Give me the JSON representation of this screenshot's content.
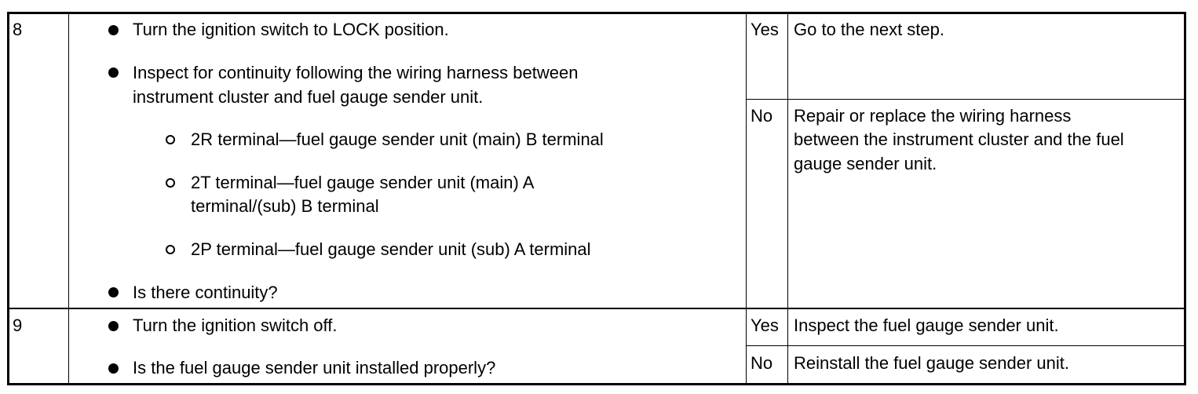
{
  "rows": [
    {
      "step": "8",
      "items": [
        {
          "type": "bullet",
          "text": "Turn the ignition switch to LOCK position."
        },
        {
          "type": "bullet",
          "lines": [
            "Inspect for continuity following the wiring harness between",
            "instrument cluster and fuel gauge sender unit."
          ]
        },
        {
          "type": "sub",
          "text": "2R terminal—fuel gauge sender unit (main) B terminal"
        },
        {
          "type": "sub",
          "lines": [
            "2T terminal—fuel gauge sender unit (main) A",
            "terminal/(sub) B terminal"
          ]
        },
        {
          "type": "sub",
          "text": "2P terminal—fuel gauge sender unit (sub) A terminal"
        },
        {
          "type": "bullet",
          "text": "Is there continuity?"
        }
      ],
      "results": [
        {
          "answer": "Yes",
          "action": "Go to the next step."
        },
        {
          "answer": "No",
          "action_lines": [
            "Repair or replace the wiring harness",
            "between the instrument cluster and the fuel",
            "gauge sender unit."
          ]
        }
      ]
    },
    {
      "step": "9",
      "items": [
        {
          "type": "bullet",
          "text": "Turn the ignition switch off."
        },
        {
          "type": "bullet",
          "text": "Is the fuel gauge sender unit installed properly?"
        }
      ],
      "results": [
        {
          "answer": "Yes",
          "action": "Inspect the fuel gauge sender unit."
        },
        {
          "answer": "No",
          "action": "Reinstall the fuel gauge sender unit."
        }
      ]
    }
  ]
}
